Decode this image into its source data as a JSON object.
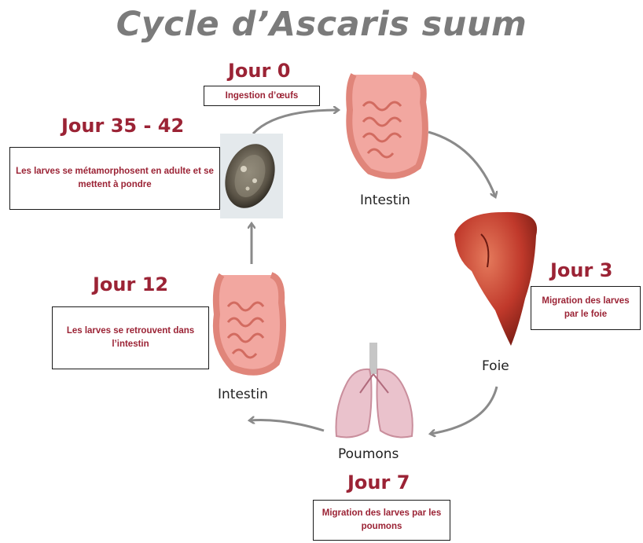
{
  "title": "Cycle d’Ascaris suum",
  "stages": {
    "day0": {
      "day": "Jour 0",
      "text": "Ingestion d’œufs"
    },
    "day3": {
      "day": "Jour 3",
      "text": "Migration des larves par le foie"
    },
    "day7": {
      "day": "Jour 7",
      "text": "Migration des larves par les poumons"
    },
    "day12": {
      "day": "Jour 12",
      "text": "Les larves se retrouvent dans l’intestin"
    },
    "day35": {
      "day": "Jour 35 - 42",
      "text": "Les larves se métamorphosent en adulte et se mettent à pondre"
    }
  },
  "organs": {
    "intestin_top": "Intestin",
    "foie": "Foie",
    "poumons": "Poumons",
    "intestin_left": "Intestin"
  },
  "icons": [
    "egg-icon",
    "intestine-icon",
    "liver-icon",
    "lungs-icon",
    "intestine-icon"
  ],
  "colors": {
    "title": "#7b7b7b",
    "accent": "#9b2335",
    "arrow": "#8a8a8a"
  }
}
